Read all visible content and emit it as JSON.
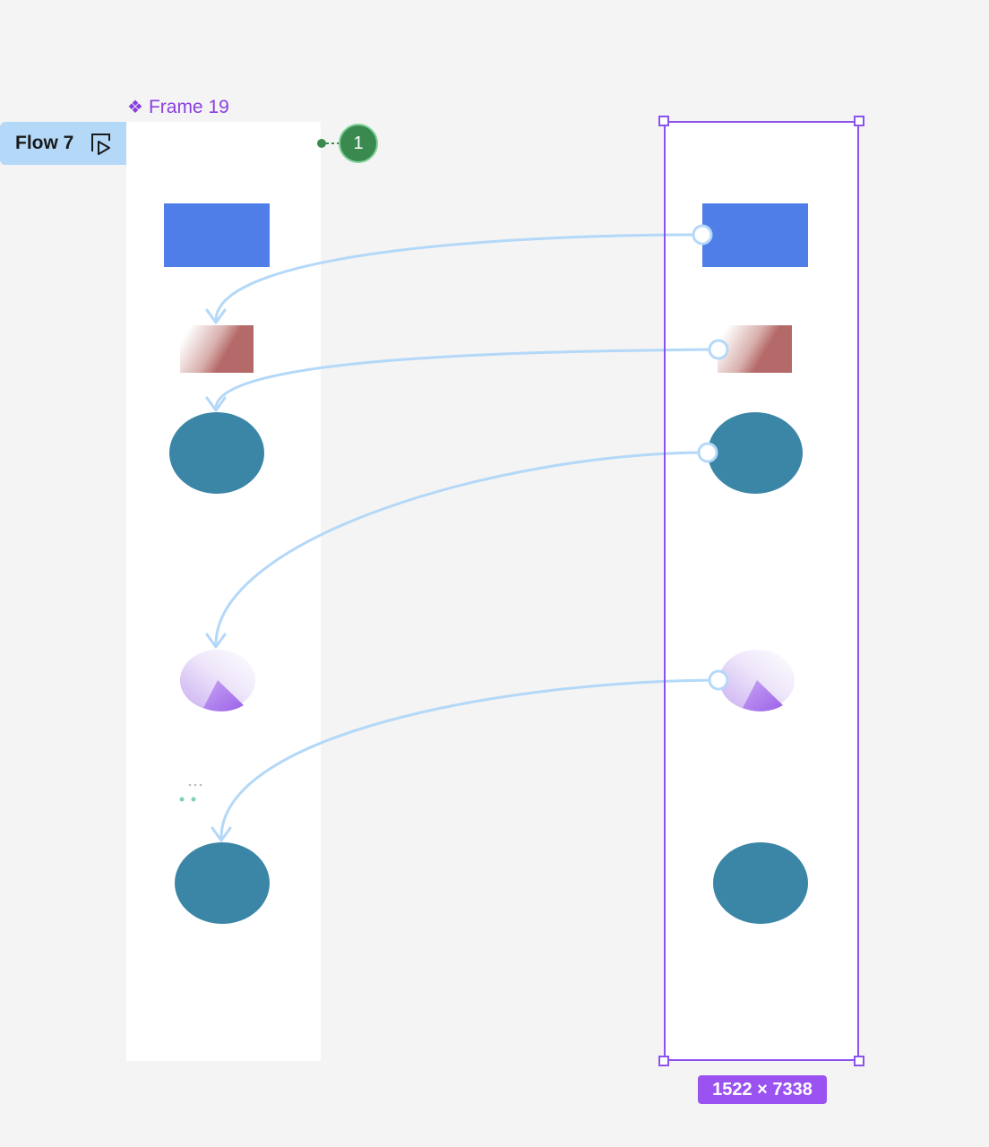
{
  "canvas": {
    "frame_label": "Frame 19",
    "flow_chip": {
      "label": "Flow 7",
      "icon": "play-frame-icon"
    },
    "start_node": {
      "number": "1"
    },
    "selection": {
      "size_label": "1522 × 7338"
    },
    "prototype_links": [
      {
        "from": "right-blue-rect",
        "to": "left-gradient-rect"
      },
      {
        "from": "right-gradient-rect",
        "to": "left-ellipse-top"
      },
      {
        "from": "right-ellipse-top",
        "to": "left-pie"
      },
      {
        "from": "right-pie",
        "to": "left-ellipse-bottom"
      }
    ]
  },
  "colors": {
    "canvas_bg": "#f4f4f4",
    "frame_bg": "#ffffff",
    "blue_rect": "#507ee8",
    "ellipse": "#3b86a7",
    "selection": "#8b52f0",
    "connector": "#b4d8f8",
    "start_node": "#3a8a50"
  }
}
